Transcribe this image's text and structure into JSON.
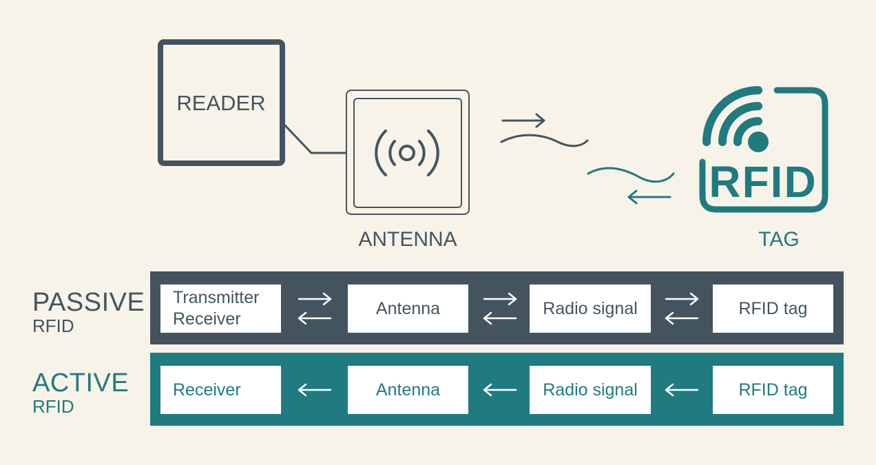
{
  "diagram": {
    "reader_label": "READER",
    "antenna_label": "ANTENNA",
    "tag_label": "TAG",
    "tag_logo_text": "RFID"
  },
  "passive": {
    "title": "PASSIVE",
    "subtitle": "RFID",
    "boxes": [
      {
        "line1": "Transmitter",
        "line2": "Receiver"
      },
      {
        "label": "Antenna"
      },
      {
        "label": "Radio signal"
      },
      {
        "label": "RFID tag"
      }
    ],
    "arrow": "bidirectional"
  },
  "active": {
    "title": "ACTIVE",
    "subtitle": "RFID",
    "boxes": [
      {
        "label": "Receiver"
      },
      {
        "label": "Antenna"
      },
      {
        "label": "Radio signal"
      },
      {
        "label": "RFID tag"
      }
    ],
    "arrow": "left"
  },
  "colors": {
    "background": "#f7f3e8",
    "slate": "#44545f",
    "teal": "#1f7b80"
  }
}
